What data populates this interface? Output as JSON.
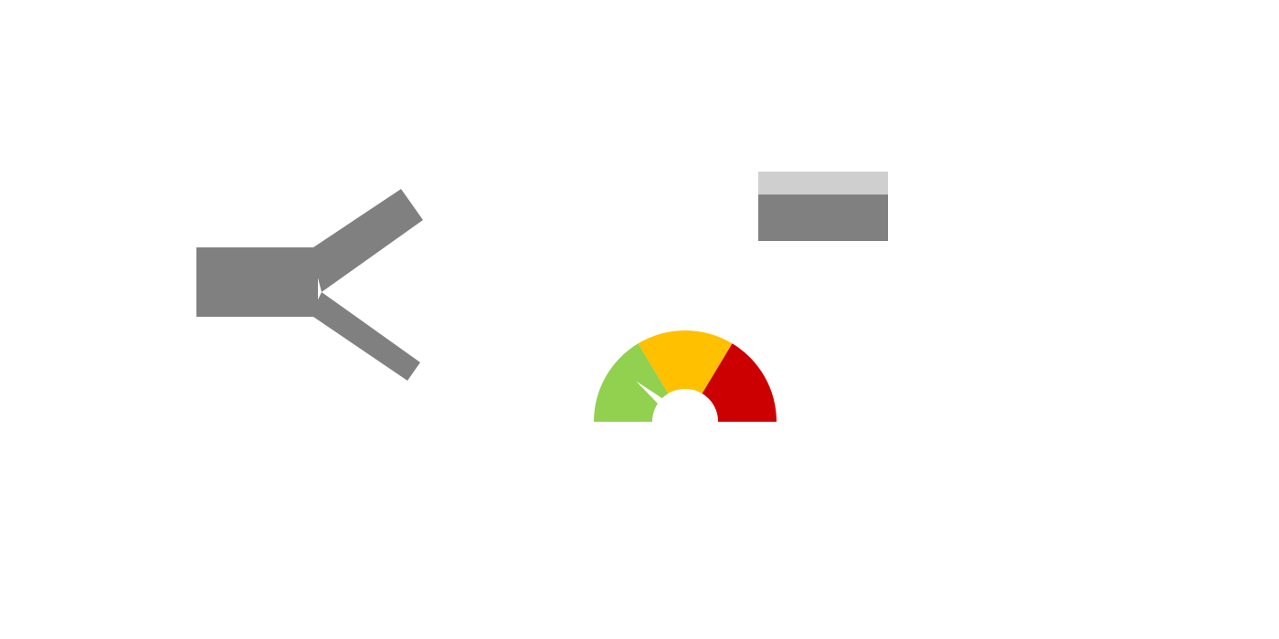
{
  "colors": {
    "background": "#ffffff",
    "shape_gray": "#808080",
    "bar_light_gray": "#d0cfcf",
    "gauge_green": "#92d050",
    "gauge_yellow": "#ffc000",
    "gauge_red": "#cc0000",
    "gauge_needle": "#ffffff"
  },
  "gauge": {
    "segments": [
      {
        "name": "low",
        "color_key": "gauge_green"
      },
      {
        "name": "medium",
        "color_key": "gauge_yellow"
      },
      {
        "name": "high",
        "color_key": "gauge_red"
      }
    ],
    "needle_level": 0.22
  },
  "bar_widget": {
    "top_fill_fraction": 0.33
  },
  "icons": {
    "split_connector": "y-split-connector-icon",
    "gauge": "speedometer-gauge-icon",
    "bar": "stacked-bar-icon"
  }
}
